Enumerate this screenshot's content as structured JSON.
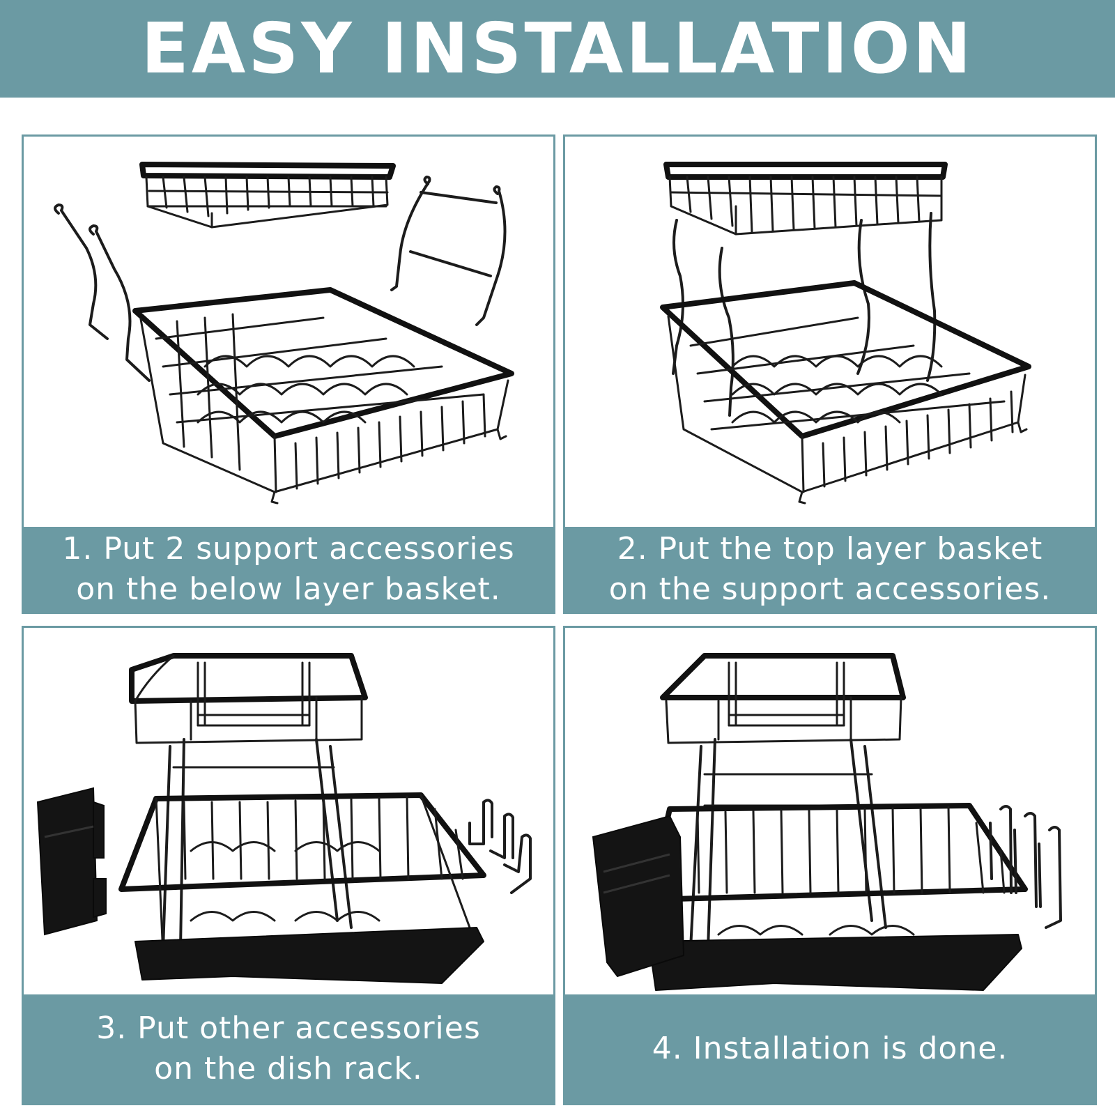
{
  "header": {
    "title": "EASY INSTALLATION"
  },
  "steps": [
    {
      "line1": "1. Put 2 support accessories",
      "line2": "on the below layer basket."
    },
    {
      "line1": "2. Put the top layer basket",
      "line2": "on the support accessories."
    },
    {
      "line1": "3. Put other accessories",
      "line2": "on the dish rack."
    },
    {
      "line1": "4. Installation is done.",
      "line2": ""
    }
  ],
  "icons": {
    "step1": "disassembled-rack-parts-image",
    "step2": "two-tier-wire-rack-image",
    "step3": "rack-with-tray-and-loose-accessories-image",
    "step4": "fully-assembled-dish-rack-image"
  },
  "colors": {
    "accent": "#6b9aa3",
    "text_on_accent": "#ffffff",
    "product": "#141414"
  }
}
